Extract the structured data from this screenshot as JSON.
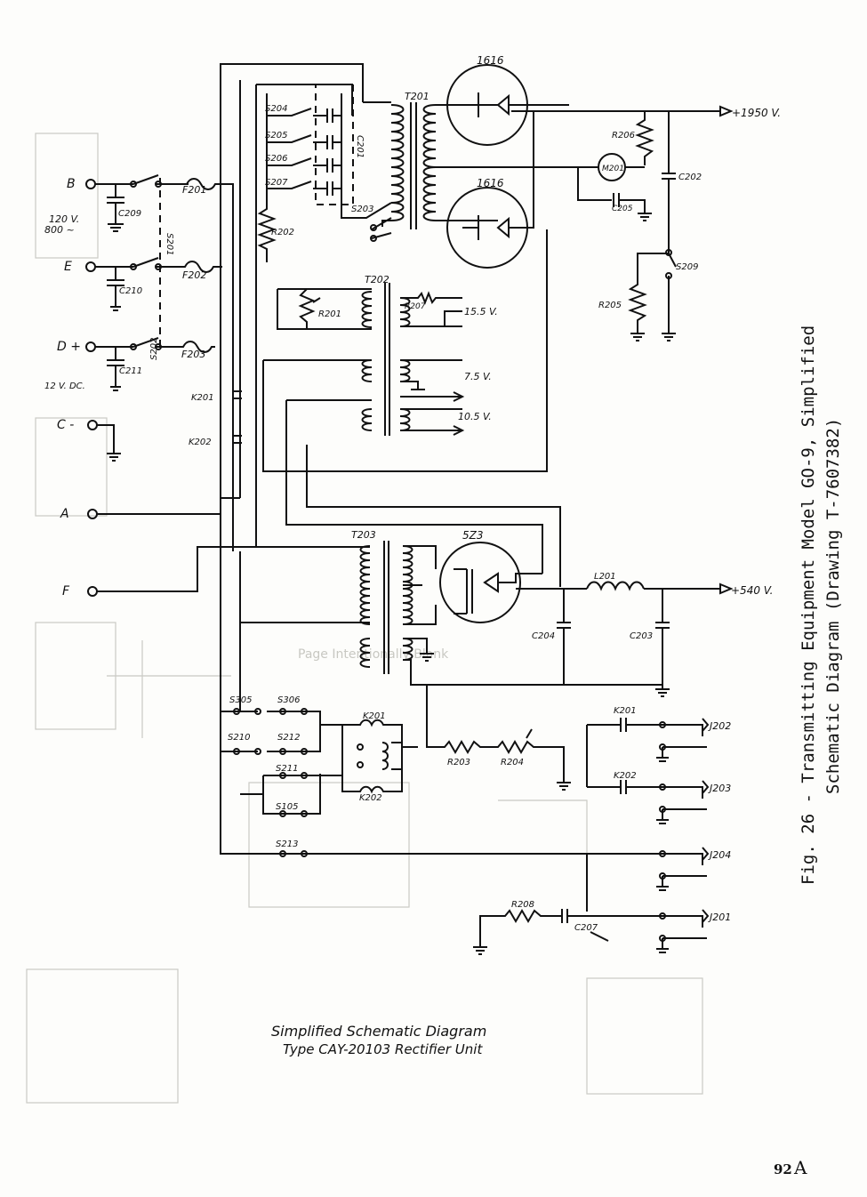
{
  "figure": {
    "caption_line1": "Fig. 26 - Transmitting Equipment Model GO-9, Simplified",
    "caption_line2": "Schematic Diagram (Drawing T-7607382)",
    "page_number": "92",
    "page_suffix": "A",
    "bleed_through_text": "Page Intentionally Blank"
  },
  "diagram": {
    "title_line1": "Simplified Schematic Diagram",
    "title_line2": "Type CAY-20103 Rectifier Unit",
    "terminals": {
      "B": "B",
      "E": "E",
      "D": "D +",
      "C": "C -",
      "A": "A",
      "F": "F"
    },
    "supply_notes": {
      "ac": "120 V.",
      "ac_freq": "800 ~",
      "dc": "12 V. DC."
    },
    "outputs": {
      "hv": "+1950 V.",
      "mv": "+540 V.",
      "fil1": "15.5 V.",
      "fil2": "7.5 V.",
      "fil3": "10.5 V."
    },
    "tubes": {
      "t1": "1616",
      "t2": "1616",
      "t3": "5Z3"
    },
    "labels": {
      "C209": "C209",
      "C210": "C210",
      "C211": "C211",
      "F201": "F201",
      "F202": "F202",
      "F203": "F203",
      "S201": "S201",
      "S202": "S202",
      "K201a": "K201",
      "K202a": "K202",
      "S204": "S204",
      "S205": "S205",
      "S206": "S206",
      "S207": "S207",
      "C201": "C201",
      "S203": "S203",
      "R202": "R202",
      "T201": "T201",
      "T202": "T202",
      "T203": "T203",
      "R206": "R206",
      "M201": "M201",
      "C205": "C205",
      "C202": "C202",
      "S209": "S209",
      "R205": "R205",
      "R201": "R201",
      "R207": "R207",
      "L201": "L201",
      "C204": "C204",
      "C203": "C203",
      "S305": "S305",
      "S306": "S306",
      "S210": "S210",
      "S212": "S212",
      "S211": "S211",
      "S105": "S105",
      "S213": "S213",
      "K201b": "K201",
      "K202b": "K202",
      "R203": "R203",
      "R204": "R204",
      "K201c": "K201",
      "K202c": "K202",
      "J202": "J202",
      "J203": "J203",
      "J204": "J204",
      "J201": "J201",
      "R208": "R208",
      "C207": "C207"
    }
  }
}
